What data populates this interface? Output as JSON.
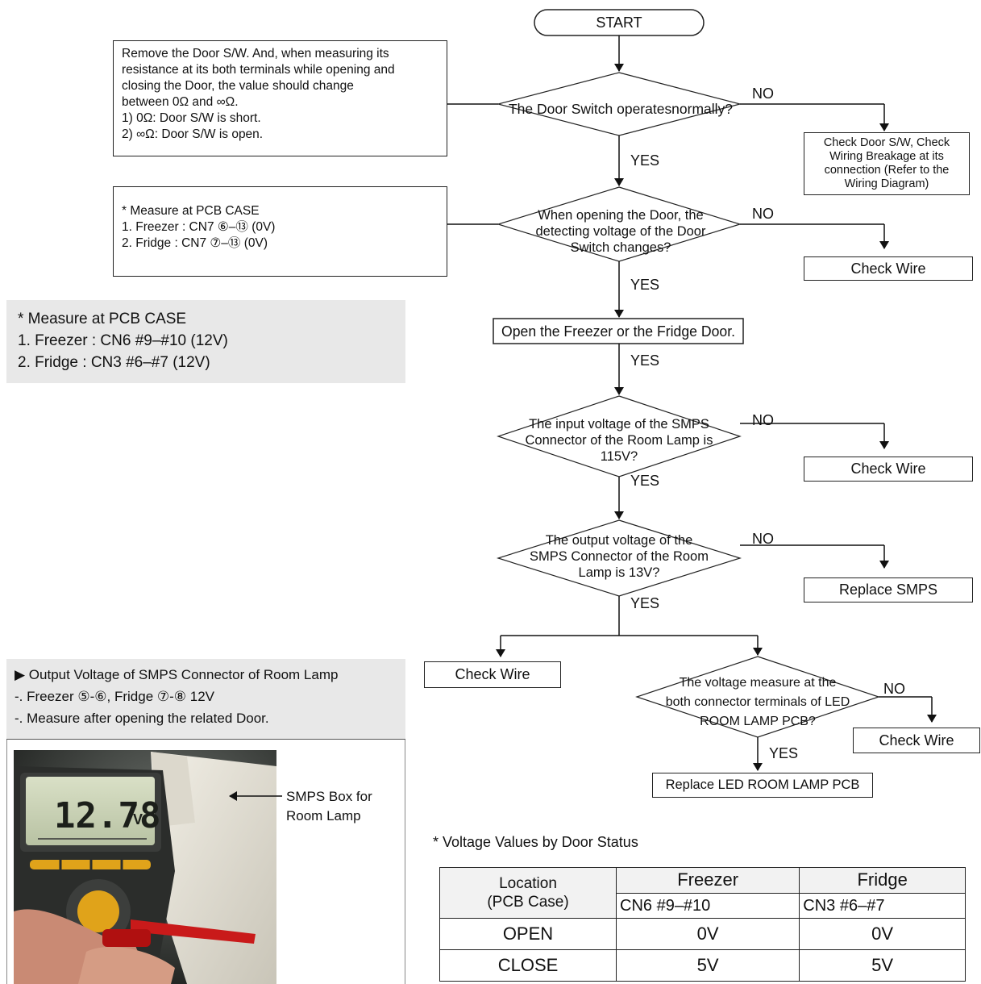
{
  "flowchart": {
    "start": "START",
    "q1": [
      "The Door Switch operatesnormally?"
    ],
    "q2": [
      "When opening the Door, the",
      "detecting voltage of the Door",
      "Switch changes?"
    ],
    "step_open": "Open the Freezer or the Fridge Door.",
    "q3": [
      "The input voltage of the SMPS",
      "Connector of the Room Lamp is",
      "115V?"
    ],
    "q4": [
      "The output voltage of the",
      "SMPS Connector of the Room",
      "Lamp is 13V?"
    ],
    "q5": [
      "The voltage measure at the",
      "both connector terminals of LED",
      "ROOM LAMP PCB?"
    ],
    "yes": "YES",
    "no": "NO",
    "r1": [
      "Check Door S/W, Check",
      "Wiring Breakage at its",
      "connection (Refer to the",
      "Wiring Diagram)"
    ],
    "r2": "Check Wire",
    "r3": "Check Wire",
    "r4": "Replace SMPS",
    "r5_left": "Check Wire",
    "r6_right": "Check Wire",
    "final": "Replace LED ROOM LAMP PCB"
  },
  "note_door_switch": {
    "lines": [
      "Remove the Door S/W. And, when measuring its",
      "resistance at its both terminals while opening and",
      "closing the Door, the value should change",
      "between 0Ω and ∞Ω.",
      "1) 0Ω: Door S/W is short.",
      "2) ∞Ω: Door S/W is open."
    ]
  },
  "note_pcb_case": {
    "lines": [
      "* Measure at PCB CASE",
      "1. Freezer : CN7 ⑥–⑬ (0V)",
      "2. Fridge : CN7 ⑦–⑬ (0V)"
    ]
  },
  "note_pcb_case_12v": {
    "lines": [
      "* Measure at PCB CASE",
      "1. Freezer : CN6 #9–#10 (12V)",
      "2. Fridge : CN3 #6–#7 (12V)"
    ]
  },
  "output_voltage_panel": {
    "lines": [
      "▶  Output Voltage of SMPS Connector of Room Lamp",
      "-. Freezer ⑤-⑥, Fridge ⑦-⑧ 12V",
      "-. Measure after opening the related Door."
    ],
    "meter_reading": "12.78",
    "meter_unit": "V",
    "callout": [
      "SMPS Box for",
      "Room Lamp"
    ]
  },
  "voltage_table": {
    "caption": "* Voltage Values by Door Status",
    "location_header": [
      "Location",
      "(PCB Case)"
    ],
    "freezer_header": "Freezer",
    "fridge_header": "Fridge",
    "freezer_connector": "CN6 #9–#10",
    "fridge_connector": "CN3 #6–#7",
    "rows": [
      {
        "status": "OPEN",
        "freezer": "0V",
        "fridge": "0V"
      },
      {
        "status": "CLOSE",
        "freezer": "5V",
        "fridge": "5V"
      }
    ]
  }
}
